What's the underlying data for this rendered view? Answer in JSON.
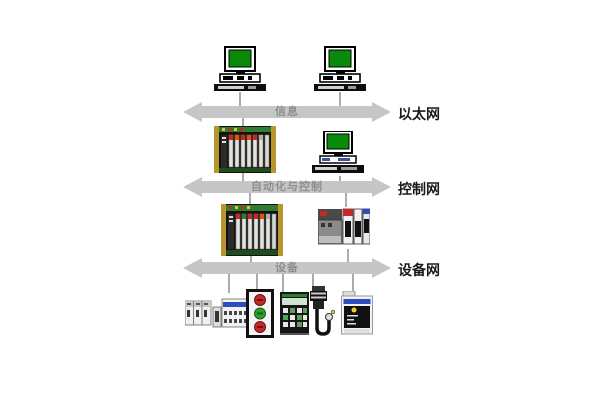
{
  "networks": [
    {
      "bus_label": "信息",
      "net_label": "以太网"
    },
    {
      "bus_label": "自动化与控制",
      "net_label": "控制网"
    },
    {
      "bus_label": "设备",
      "net_label": "设备网"
    }
  ],
  "nodes": [
    "desktop-computer",
    "desktop-computer",
    "plc-rack",
    "operator-workstation",
    "plc-rack",
    "compact-plc",
    "io-module-group",
    "pushbutton-station",
    "keypad-terminal",
    "sensor-with-cable",
    "drive-unit"
  ],
  "colors": {
    "bus_fill": "#c6c6c6",
    "bus_text": "#8f8f8f",
    "net_text": "#1a1a1a",
    "connector": "#ababab",
    "screen_green": "#0a8a0a",
    "rack_side_yellow": "#b8962e",
    "rack_top_green": "#2f7d32",
    "button_red": "#c62828",
    "button_green": "#2e9e2e",
    "accent_blue": "#2e4bbf",
    "indicator_yellow": "#f2d12e"
  }
}
